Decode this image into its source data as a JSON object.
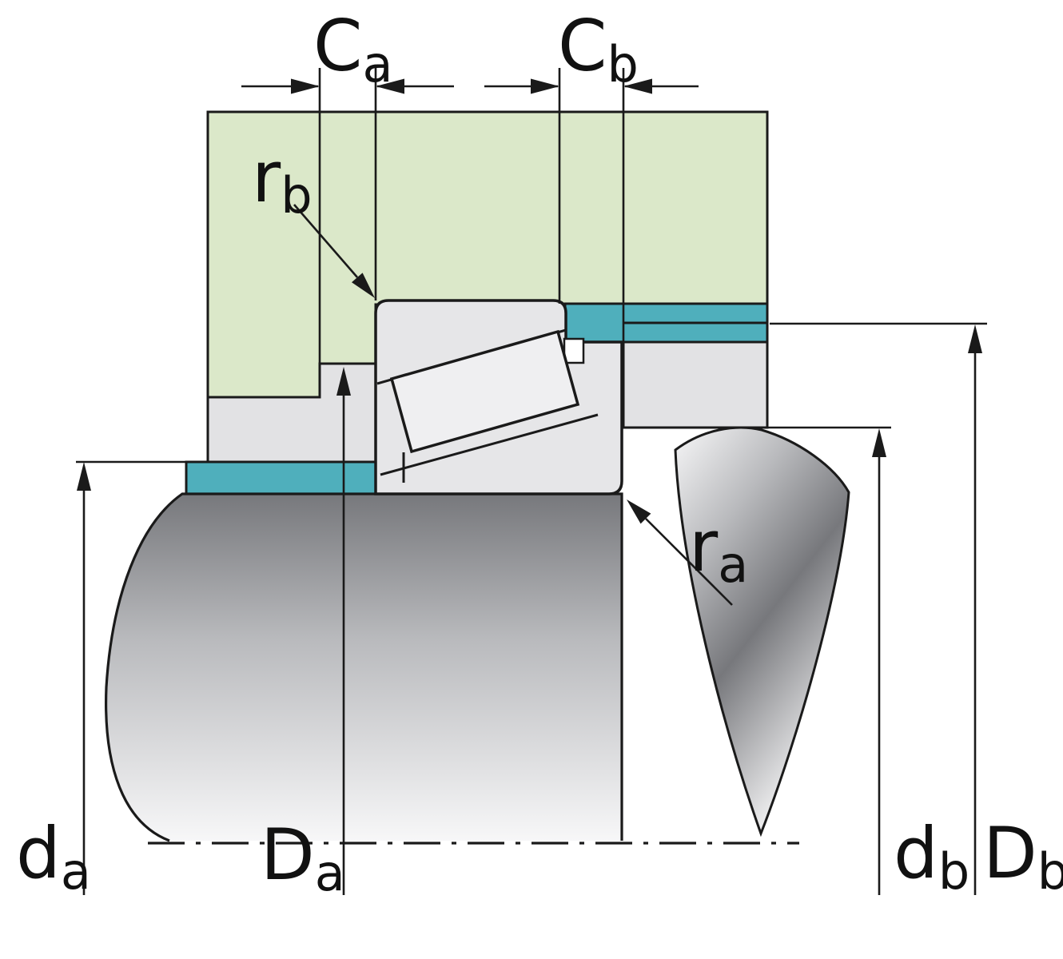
{
  "labels": {
    "ca": {
      "main": "C",
      "sub": "a"
    },
    "cb": {
      "main": "C",
      "sub": "b"
    },
    "rb": {
      "main": "r",
      "sub": "b"
    },
    "ra": {
      "main": "r",
      "sub": "a"
    },
    "da": {
      "main": "d",
      "sub": "a"
    },
    "Da": {
      "main": "D",
      "sub": "a"
    },
    "db": {
      "main": "d",
      "sub": "b"
    },
    "Db": {
      "main": "D",
      "sub": "b"
    }
  },
  "colors": {
    "housing-green": "#dbe8c9",
    "seal-teal": "#4fafbc",
    "spacer-grey": "#e2e2e4",
    "bearing-grey": "#e6e6e8",
    "roller-grey": "#efeff1",
    "line-black": "#1a1a1a",
    "shaft-dark": "#77787c",
    "shaft-mid": "#b9babd",
    "shaft-light": "#f7f7f8",
    "background": "#ffffff"
  }
}
